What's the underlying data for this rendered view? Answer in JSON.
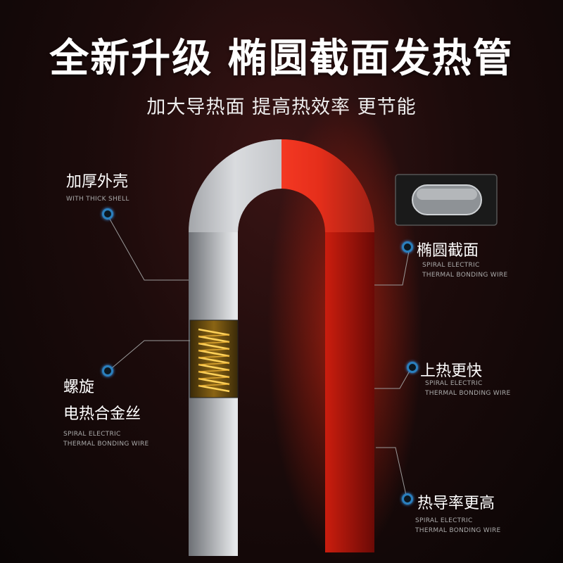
{
  "title": "全新升级 椭圆截面发热管",
  "subtitle": "加大导热面 提高热效率 更节能",
  "labels": {
    "thick_shell": {
      "cn": "加厚外壳",
      "en": "WITH THICK SHELL"
    },
    "ellipse": {
      "cn": "椭圆截面",
      "en1": "SPIRAL ELECTRIC",
      "en2": "THERMAL BONDING WIRE"
    },
    "spiral": {
      "cn1": "螺旋",
      "cn2": "电热合金丝",
      "en1": "SPIRAL ELECTRIC",
      "en2": "THERMAL BONDING WIRE"
    },
    "fast_heat": {
      "cn": "上热更快",
      "en1": "SPIRAL ELECTRIC",
      "en2": "THERMAL BONDING WIRE"
    },
    "conductivity": {
      "cn": "热导率更高",
      "en1": "SPIRAL ELECTRIC",
      "en2": "THERMAL BONDING WIRE"
    }
  },
  "colors": {
    "accent_dot": "#2a7fbd",
    "hot": "#e0261a",
    "metal": "#b9bcc0"
  }
}
